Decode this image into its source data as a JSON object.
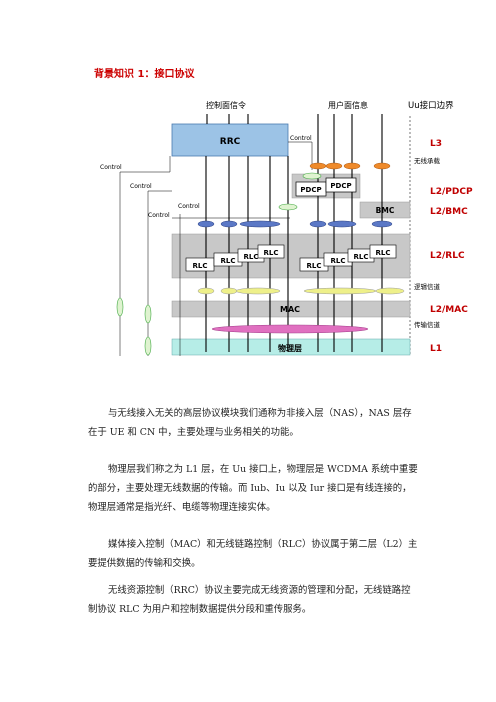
{
  "page": {
    "title": "背景知识 1：接口协议"
  },
  "diagram": {
    "top_labels": {
      "control_plane": "控制面信令",
      "user_plane": "用户面信息",
      "uu_boundary": "Uu接口边界"
    },
    "blocks": {
      "rrc": "RRC",
      "pdcp": "PDCP",
      "bmc": "BMC",
      "rlc": "RLC",
      "mac": "MAC",
      "phy": "物理层"
    },
    "control_labels": [
      "Control",
      "Control",
      "Control",
      "Control",
      "Control"
    ],
    "channel_labels": {
      "radio_bearer": "无线承载",
      "logical_channel": "逻辑信道",
      "transport_channel": "传输信道"
    },
    "layer_labels": {
      "l3": "L3",
      "l2_pdcp": "L2/PDCP",
      "l2_bmc": "L2/BMC",
      "l2_rlc": "L2/RLC",
      "l2_mac": "L2/MAC",
      "l1": "L1"
    },
    "colors": {
      "rrc_fill": "#9cc3e6",
      "gray_fill": "#c8c8c8",
      "phy_fill": "#b6ede7",
      "layer_label": "#c00000",
      "orange_ellipse": "#ef8a2a",
      "blue_ellipse": "#5b78c6",
      "yellow_ellipse": "#eef08a",
      "pink_ellipse": "#e070c0"
    }
  },
  "paragraphs": [
    "与无线接入无关的高层协议模块我们通称为非接入层（NAS），NAS 层存在于 UE 和 CN 中，主要处理与业务相关的功能。",
    "物理层我们称之为 L1 层，在 Uu 接口上，物理层是 WCDMA 系统中重要的部分，主要处理无线数据的传输。而 Iub、Iu 以及 Iur 接口是有线连接的，物理层通常是指光纤、电缆等物理连接实体。",
    "媒体接入控制（MAC）和无线链路控制（RLC）协议属于第二层（L2）主要提供数据的传输和交换。",
    "无线资源控制（RRC）协议主要完成无线资源的管理和分配，无线链路控制协议 RLC 为用户和控制数据提供分段和重传服务。"
  ]
}
